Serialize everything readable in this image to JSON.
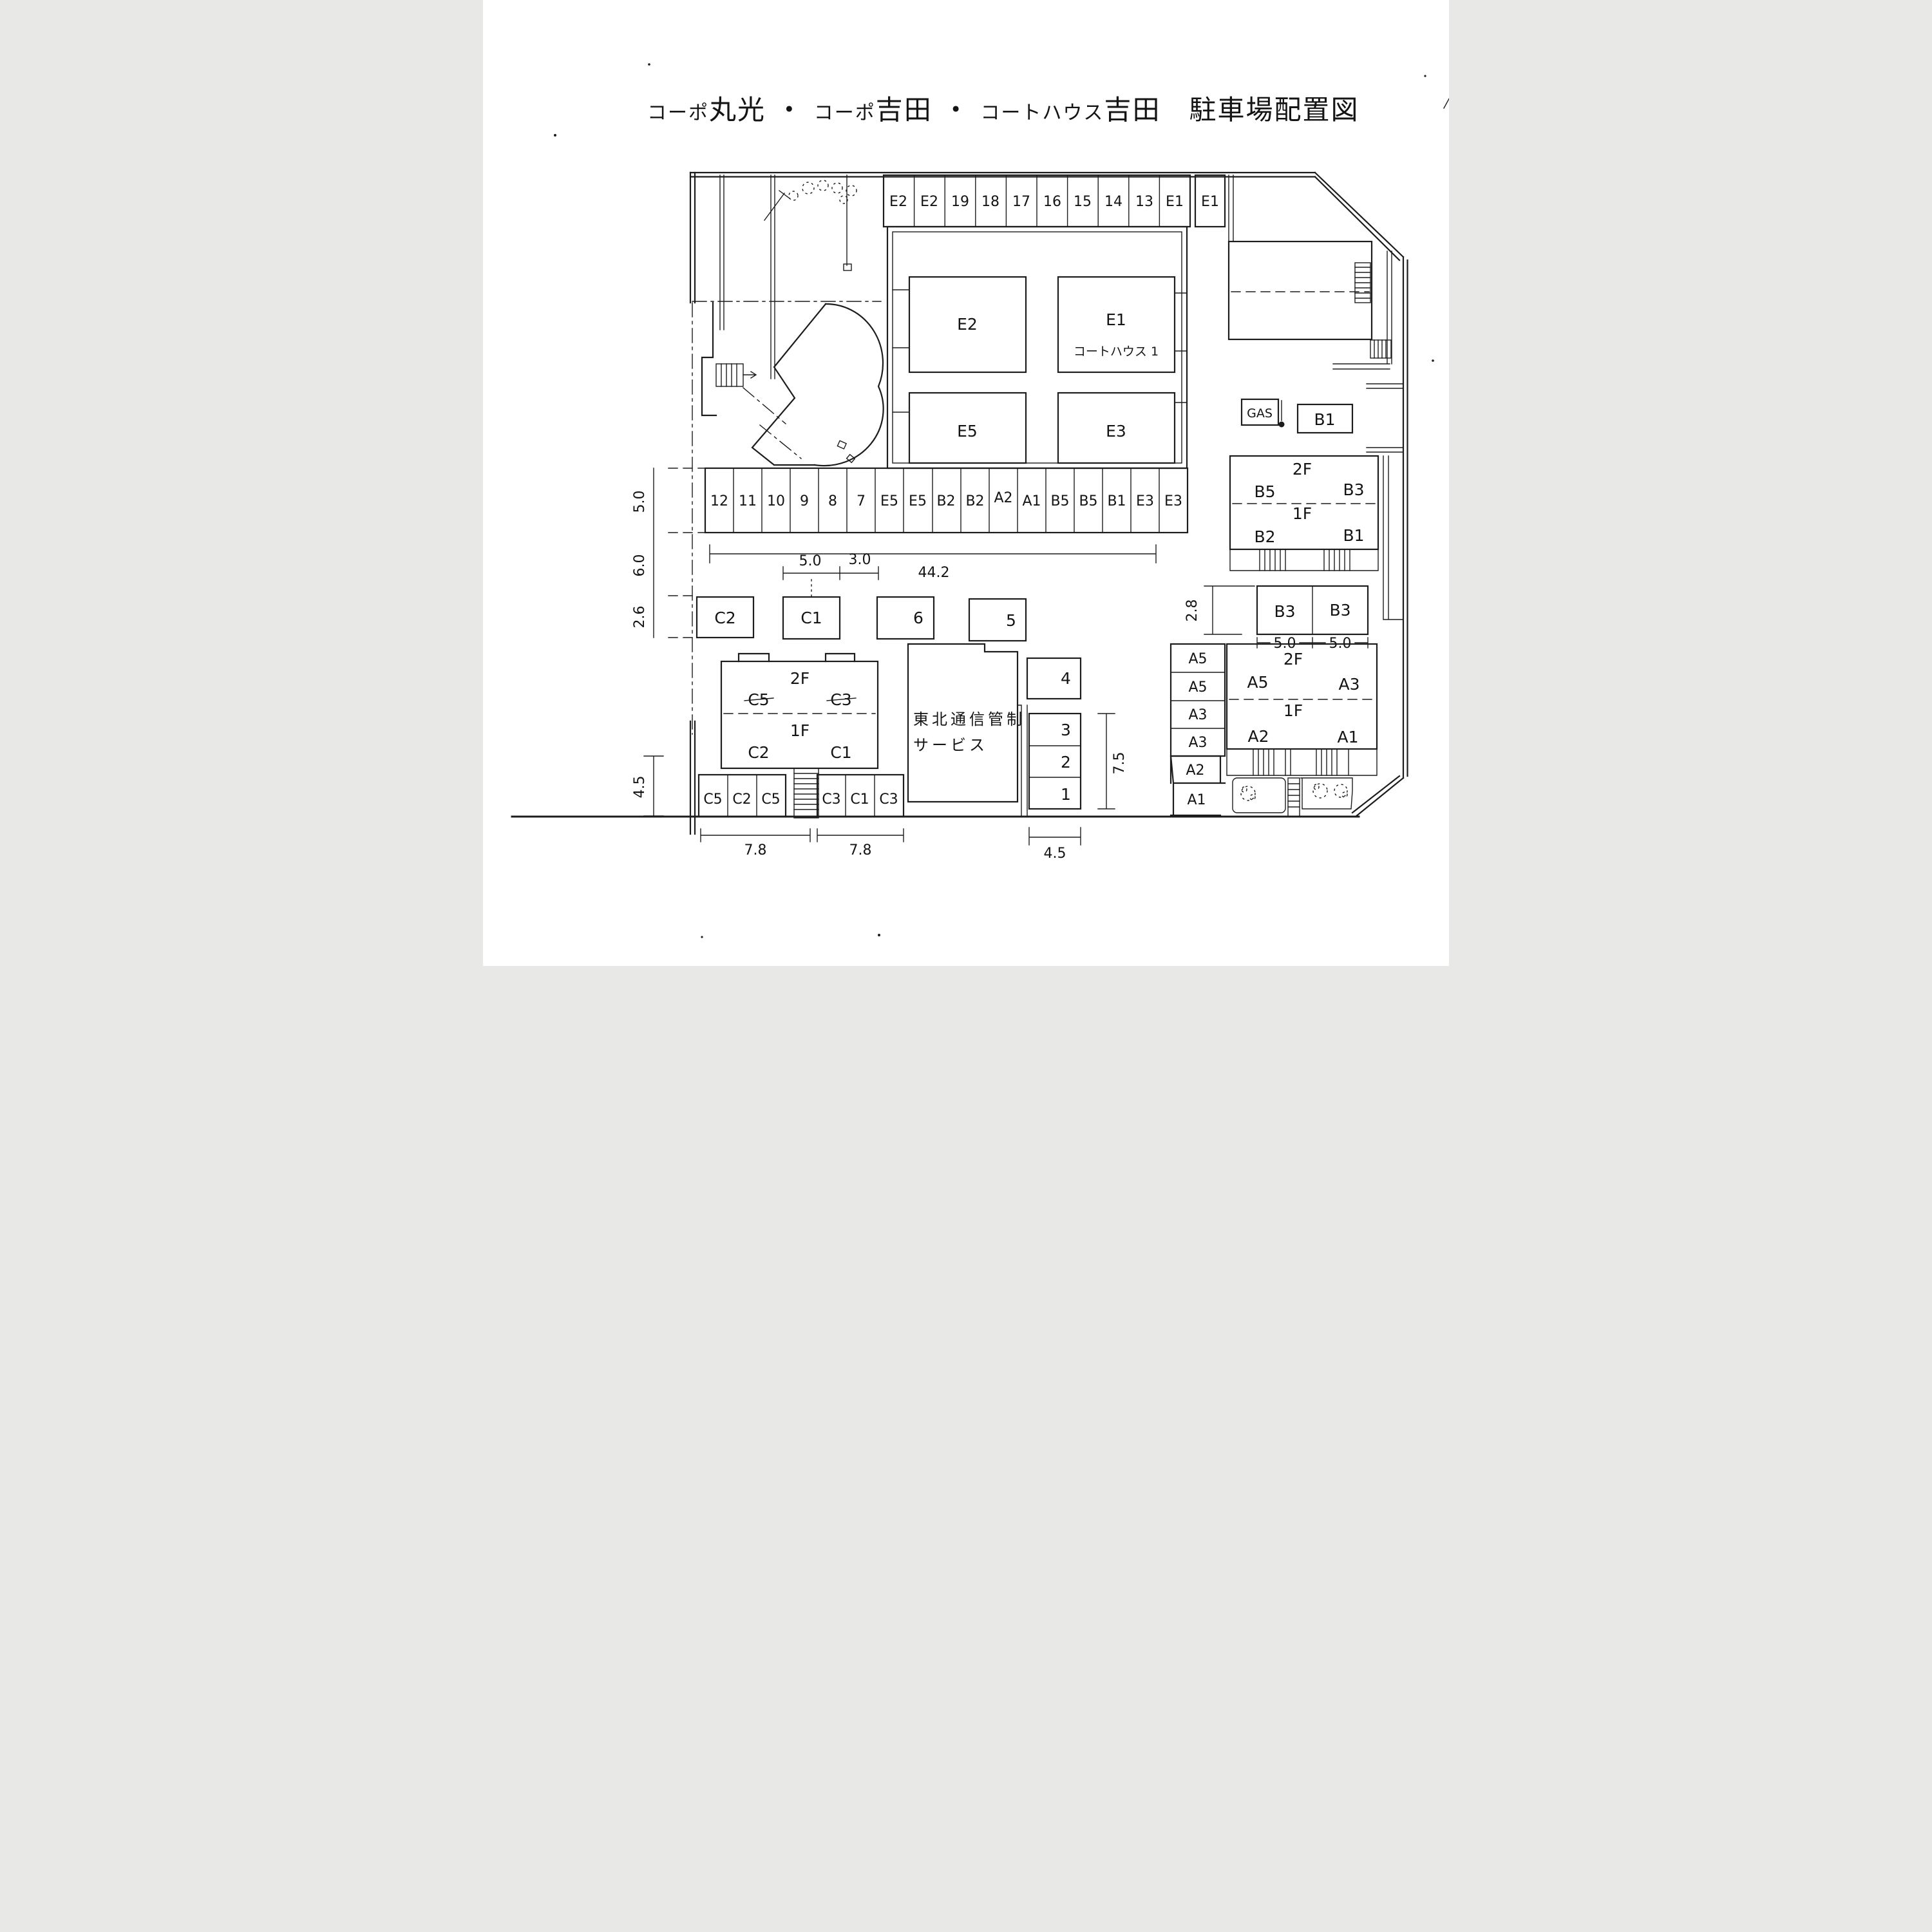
{
  "title": {
    "parts": [
      {
        "t": "コーポ"
      },
      {
        "t": "丸光"
      },
      {
        "t": " ・ "
      },
      {
        "t": "コーポ"
      },
      {
        "t": "吉田"
      },
      {
        "t": " ・ "
      },
      {
        "t": "コートハウス"
      },
      {
        "t": "吉田"
      },
      {
        "t": "　"
      },
      {
        "t": "駐車場配置図"
      }
    ],
    "full": "コーポ丸光 ・ コーポ吉田 ・ コートハウス吉田　駐車場配置図"
  },
  "colors": {
    "ink": "#1c1c1c",
    "paper": "#ffffff"
  },
  "stalls": {
    "top_row": {
      "labels": [
        "E2",
        "E2",
        "19",
        "18",
        "17",
        "16",
        "15",
        "14",
        "13",
        "E1"
      ],
      "separate": "E1"
    },
    "middle_row": {
      "labels": [
        "12",
        "11",
        "10",
        "9",
        "8",
        "7",
        "E5",
        "E5",
        "B2",
        "B2",
        "A2",
        "A1",
        "B5",
        "B5",
        "B1",
        "E3",
        "E3"
      ]
    },
    "bottom_left_group": {
      "labels": [
        "C5",
        "C2",
        "C5"
      ]
    },
    "bottom_right_group": {
      "labels": [
        "C3",
        "C1",
        "C3"
      ]
    },
    "numbered_stack": {
      "labels": [
        "3",
        "2",
        "1"
      ]
    },
    "single": {
      "c2": "C2",
      "c1": "C1",
      "s6": "6",
      "s5": "5",
      "s4": "4"
    },
    "b3_pair": [
      "B3",
      "B3"
    ],
    "a_column": [
      "A5",
      "A5",
      "A3",
      "A3",
      "A2",
      "A1"
    ]
  },
  "buildings": {
    "court_house": {
      "rooms": {
        "e2": "E2",
        "e1": "E1",
        "e5": "E5",
        "e3": "E3"
      },
      "annotation": "コートハウス 1"
    },
    "b_building": {
      "f2": "2F",
      "f1": "1F",
      "u_b5": "B5",
      "u_b3": "B3",
      "u_b2": "B2",
      "u_b1": "B1"
    },
    "a_building": {
      "f2": "2F",
      "f1": "1F",
      "u_a5": "A5",
      "u_a3": "A3",
      "u_a2": "A2",
      "u_a1": "A1"
    },
    "c_building": {
      "f2": "2F",
      "f1": "1F",
      "u_c5": "C5",
      "u_c3": "C3",
      "u_c2": "C2",
      "u_c1": "C1"
    },
    "tohoku": {
      "line1": "東北通信管制",
      "line2": "サービス"
    },
    "gas_box": "GAS",
    "b1_box": "B1"
  },
  "dimensions": {
    "d44_2": "44.2",
    "d5_0_left": "5.0",
    "d6_0_left": "6.0",
    "d2_6_left": "2.6",
    "d4_5_left": "4.5",
    "d5_0_c1": "5.0",
    "d3_0_c1": "3.0",
    "d7_8_a": "7.8",
    "d7_8_b": "7.8",
    "d4_5_bottom": "4.5",
    "d7_5": "7.5",
    "d2_8": "2.8",
    "d5_0_b3a": "5.0",
    "d5_0_b3b": "5.0"
  }
}
